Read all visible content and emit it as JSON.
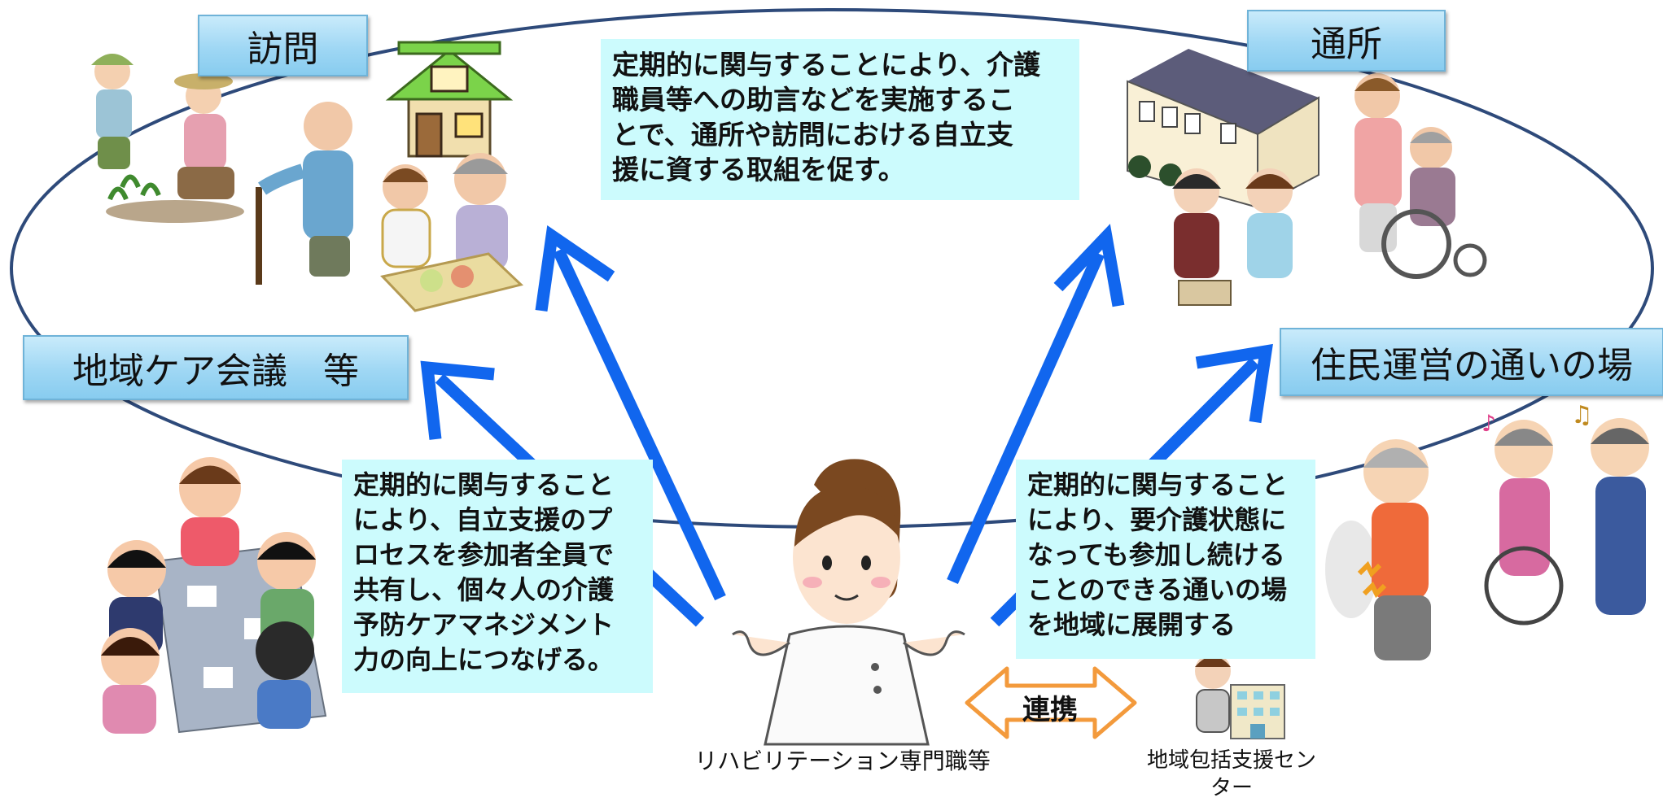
{
  "labels": {
    "houmon": "訪問",
    "tsusho": "通所",
    "chiiki_care": "地域ケア会議　等",
    "kayoi": "住民運営の通いの場"
  },
  "notes": {
    "top": "定期的に関与することにより、介護\n職員等への助言などを実施するこ\nとで、通所や訪問における自立支\n援に資する取組を促す。",
    "left": "定期的に関与すること\nにより、自立支援のプ\nロセスを参加者全員で\n共有し、個々人の介護\n予防ケアマネジメント\n力の向上につなげる。",
    "right": "定期的に関与すること\nにより、要介護状態に\nなっても参加し続ける\nことのできる通いの場\nを地域に展開する"
  },
  "captions": {
    "rehab": "リハビリテーション専門職等",
    "center": "地域包括支援セン\nター"
  },
  "renkei": "連携",
  "colors": {
    "arrow": "#1166ee",
    "ellipse": "#2e4a7a",
    "note_bg": "#ccfbfd",
    "renkei_arrow": "#f39a3c"
  },
  "icons": [
    "gardening-elders-illustration",
    "house-icon",
    "walking-elder-illustration",
    "meal-assist-illustration",
    "daycare-building-icon",
    "cooking-staff-illustration",
    "wheelchair-assist-illustration",
    "meeting-table-illustration",
    "therapist-illustration",
    "exercise-group-illustration",
    "care-manager-illustration",
    "support-center-building-icon"
  ]
}
